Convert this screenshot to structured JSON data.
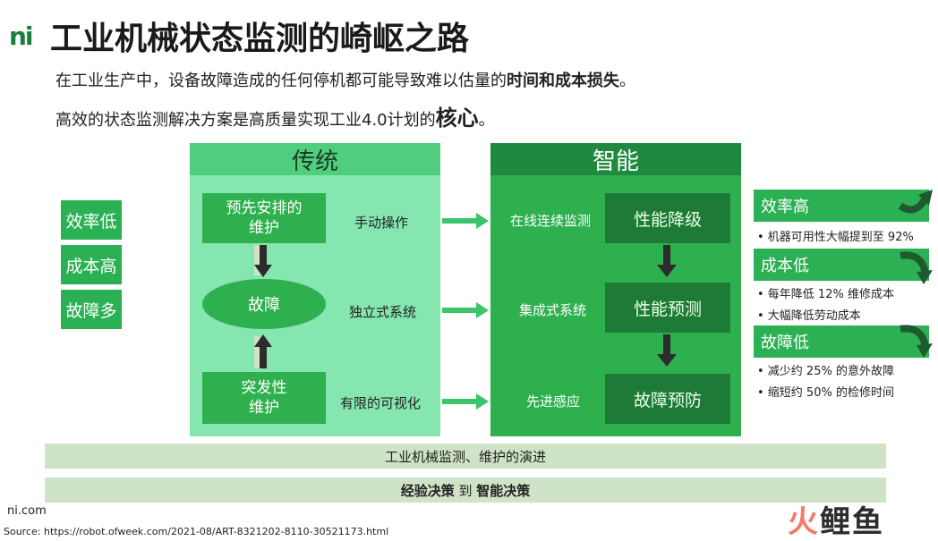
{
  "header": {
    "logo": "ni",
    "title": "工业机械状态监测的崎岖之路",
    "line1_prefix": "在工业生产中，设备故障造成的任何停机都可能导致难以估量的",
    "line1_bold": "时间和成本损失",
    "line1_suffix": "。",
    "line2_prefix": "高效的状态监测解决方案是高质量实现工业4.0计划的",
    "line2_bold": "核心",
    "line2_suffix": "。"
  },
  "left_tags": [
    "效率低",
    "成本高",
    "故障多"
  ],
  "traditional": {
    "title": "传统",
    "box_top": "预先安排的\n维护",
    "ellipse": "故障",
    "box_bottom": "突发性\n维护",
    "labels": [
      "手动操作",
      "独立式系统",
      "有限的可视化"
    ]
  },
  "smart": {
    "title": "智能",
    "labels": [
      "在线连续监测",
      "集成式系统",
      "先进感应"
    ],
    "boxes": [
      "性能降级",
      "性能预测",
      "故障预防"
    ]
  },
  "results": [
    {
      "title": "效率高",
      "items": [
        "• 机器可用性大幅提到至 92%"
      ]
    },
    {
      "title": "成本低",
      "items": [
        "• 每年降低 12% 维修成本",
        "• 大幅降低劳动成本"
      ]
    },
    {
      "title": "故障低",
      "items": [
        "• 减少约 25% 的意外故障",
        "• 缩短约 50% 的检修时间"
      ]
    }
  ],
  "bottom": {
    "bar1": "工业机械监测、维护的演进",
    "bar2_a": "经验决策",
    "bar2_mid": " 到 ",
    "bar2_b": "智能决策"
  },
  "footer": {
    "site": "ni.com",
    "source": "Source: https://robot.ofweek.com/2021-08/ART-8321202-8110-30521173.html",
    "watermark_a": "火",
    "watermark_b": "鲤鱼"
  },
  "colors": {
    "green": "#2bb153",
    "light_green": "#86e6b0",
    "dark_green": "#1e7a37",
    "bar": "#cfe3c6"
  }
}
